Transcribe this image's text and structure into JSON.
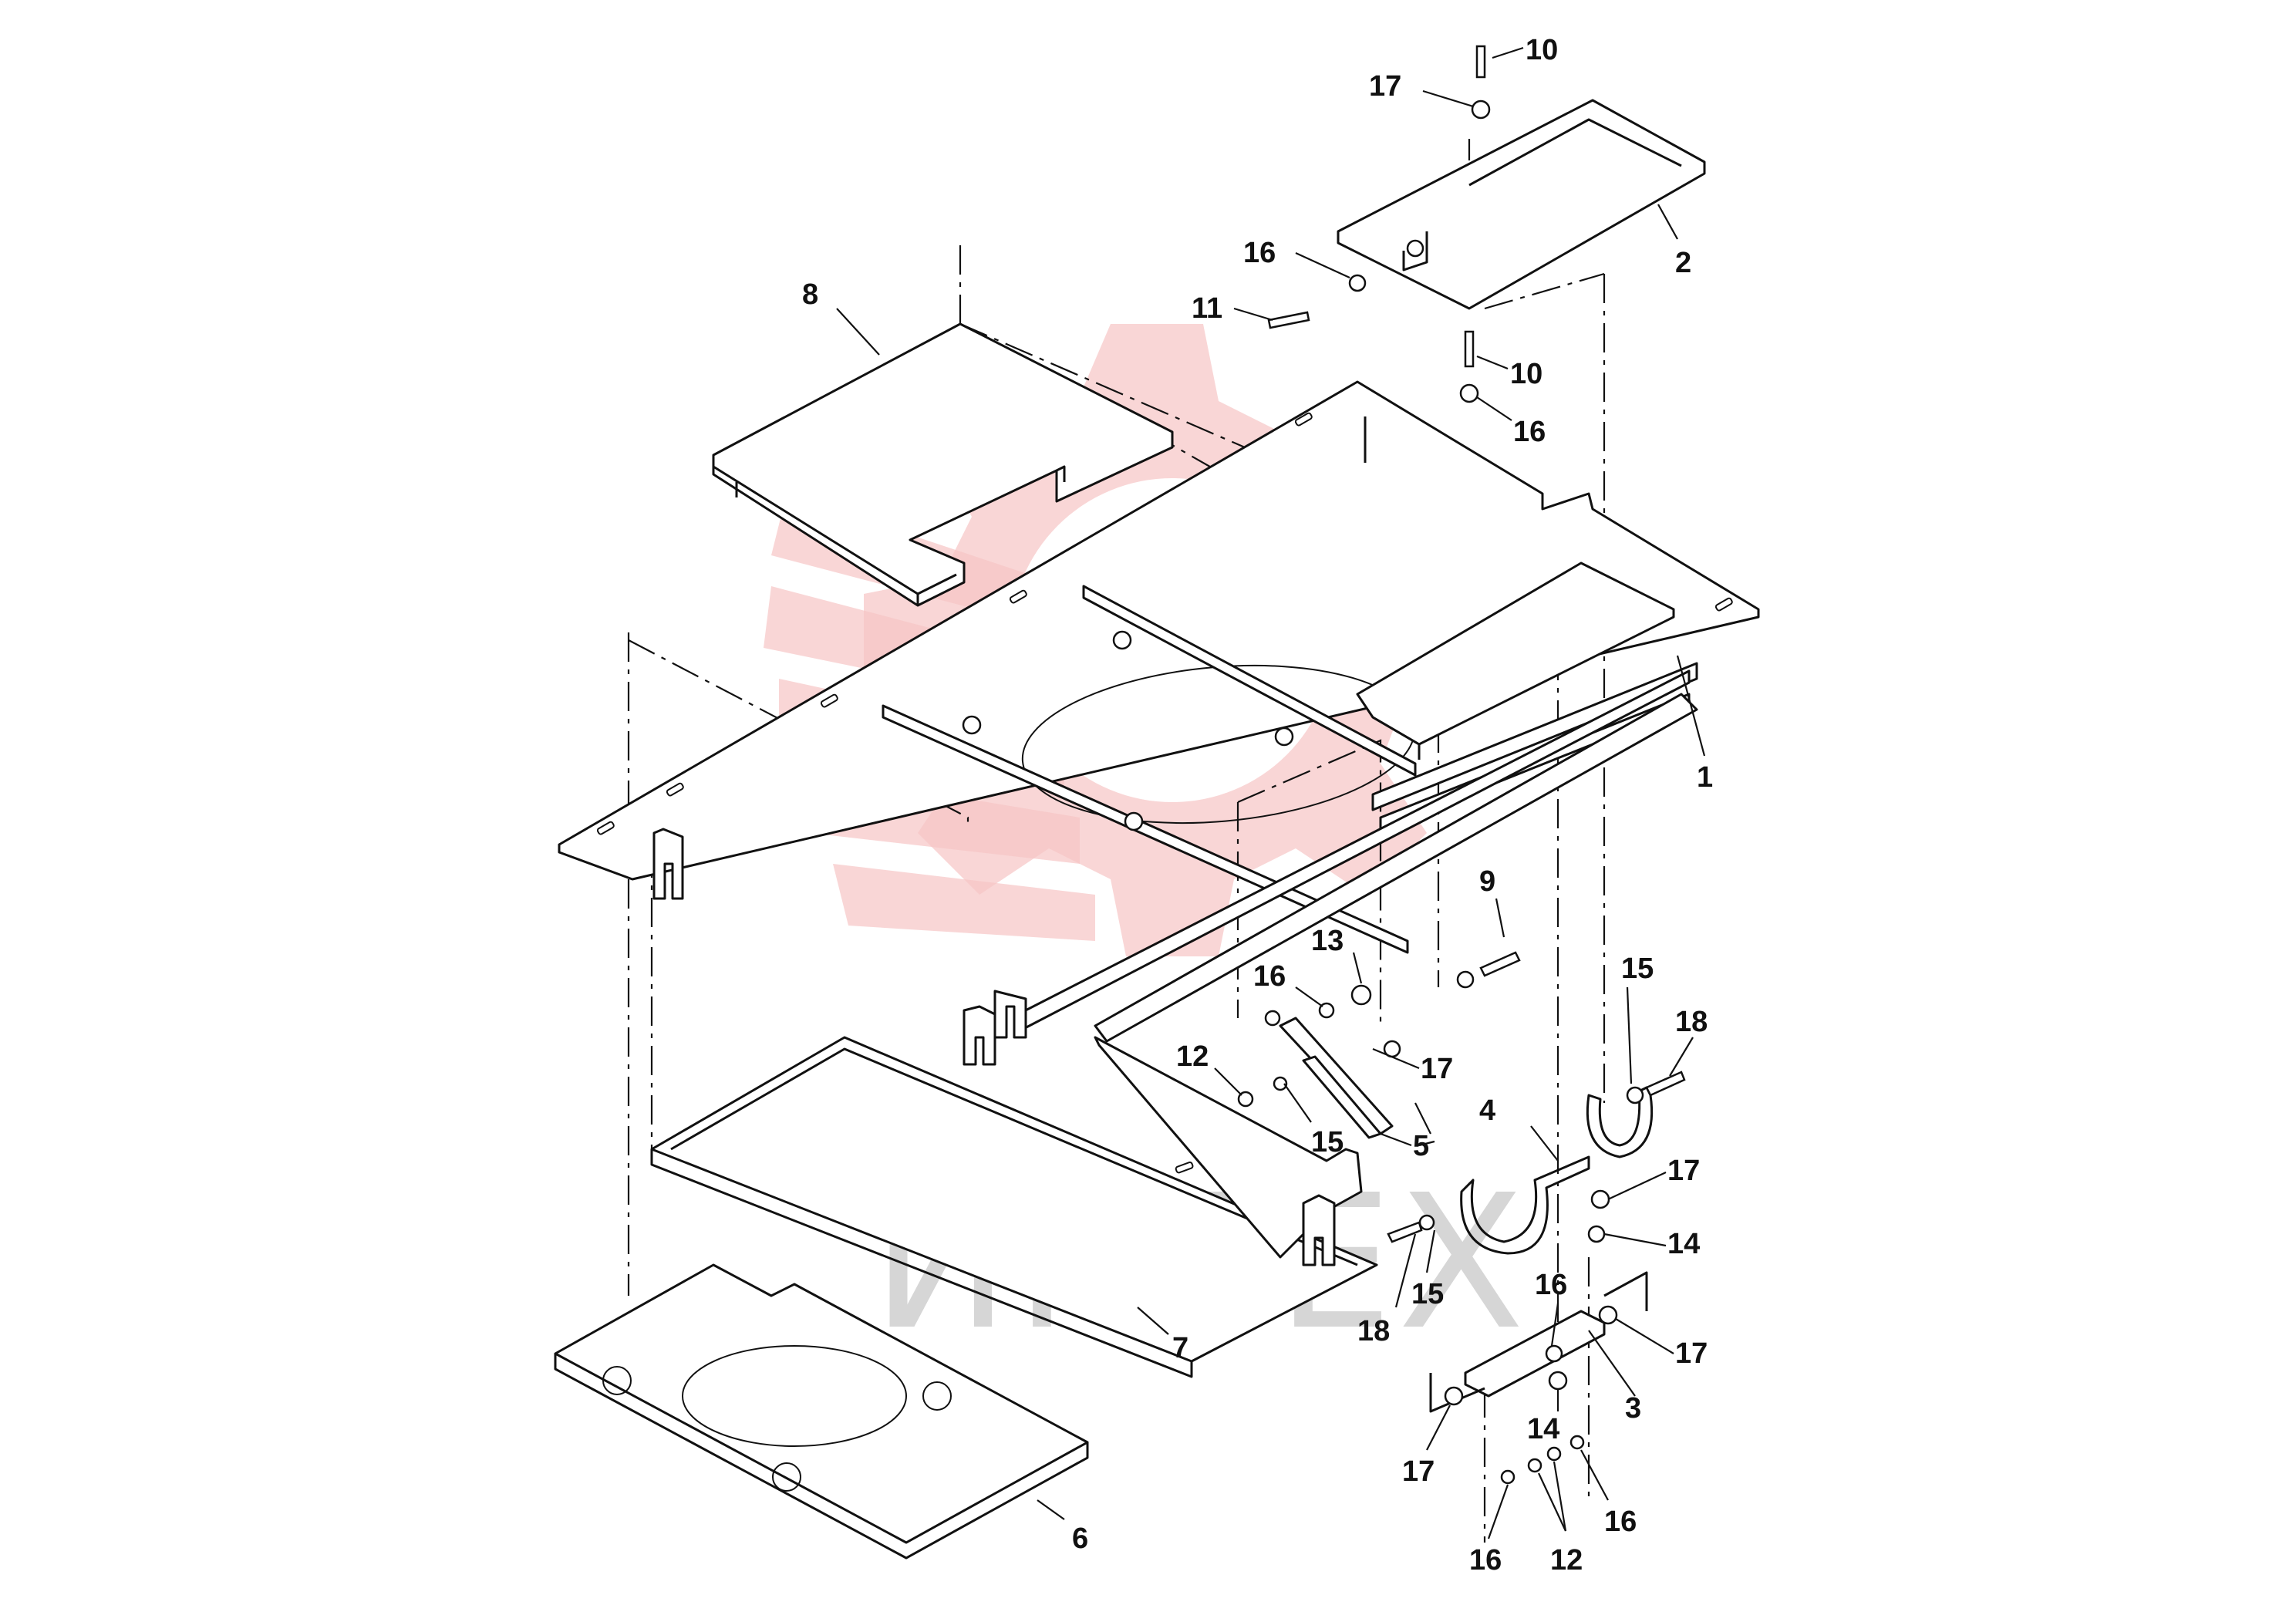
{
  "watermark": {
    "text": "ИНТЕХ",
    "gear_color": "#f5b5b5",
    "text_color": "#d6d6d6"
  },
  "diagram": {
    "line_color": "#111111",
    "callouts": [
      {
        "id": "c10a",
        "label": "10"
      },
      {
        "id": "c17a",
        "label": "17"
      },
      {
        "id": "c2",
        "label": "2"
      },
      {
        "id": "c16a",
        "label": "16"
      },
      {
        "id": "c11",
        "label": "11"
      },
      {
        "id": "c8",
        "label": "8"
      },
      {
        "id": "c10b",
        "label": "10"
      },
      {
        "id": "c16b",
        "label": "16"
      },
      {
        "id": "c1",
        "label": "1"
      },
      {
        "id": "c9",
        "label": "9"
      },
      {
        "id": "c13",
        "label": "13"
      },
      {
        "id": "c16c",
        "label": "16"
      },
      {
        "id": "c12a",
        "label": "12"
      },
      {
        "id": "c17b",
        "label": "17"
      },
      {
        "id": "c15a",
        "label": "15"
      },
      {
        "id": "c5",
        "label": "5"
      },
      {
        "id": "c15b",
        "label": "15"
      },
      {
        "id": "c18a",
        "label": "18"
      },
      {
        "id": "c4",
        "label": "4"
      },
      {
        "id": "c17c",
        "label": "17"
      },
      {
        "id": "c14a",
        "label": "14"
      },
      {
        "id": "c15c",
        "label": "15"
      },
      {
        "id": "c18b",
        "label": "18"
      },
      {
        "id": "c16d",
        "label": "16"
      },
      {
        "id": "c17d",
        "label": "17"
      },
      {
        "id": "c3",
        "label": "3"
      },
      {
        "id": "c14b",
        "label": "14"
      },
      {
        "id": "c17e",
        "label": "17"
      },
      {
        "id": "c16e",
        "label": "16"
      },
      {
        "id": "c12b",
        "label": "12"
      },
      {
        "id": "c16f",
        "label": "16"
      },
      {
        "id": "c7",
        "label": "7"
      },
      {
        "id": "c6",
        "label": "6"
      }
    ]
  }
}
